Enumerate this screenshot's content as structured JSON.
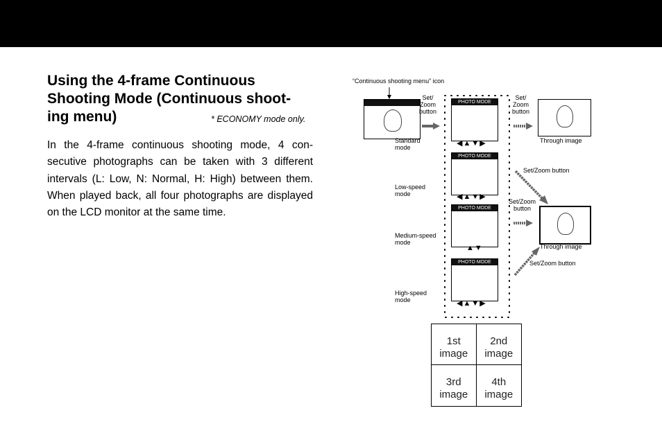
{
  "title_lines": [
    "Using the 4-frame Continuous",
    "Shooting Mode (Continuous shoot-",
    "ing menu)"
  ],
  "economy_note": "* ECONOMY mode only.",
  "body_text": "In the 4-frame continuous shooting mode, 4 con-secutive photographs can be taken with 3 different intervals (L: Low, N: Normal, H: High) between them. When played back, all four photographs are displayed on the LCD monitor at the same time.",
  "diagram": {
    "menu_icon_label": "“Continuous shooting menu” icon",
    "set_zoom_button_1": [
      "Set/",
      "Zoom",
      "button"
    ],
    "set_zoom_button_2": [
      "Set/",
      "Zoom",
      "button"
    ],
    "photo_mode": "PHOTO MODE",
    "standard_mode": [
      "Standard",
      "mode"
    ],
    "low_speed_mode": [
      "Low-speed",
      "mode"
    ],
    "medium_speed_mode": [
      "Medium-speed",
      "mode"
    ],
    "high_speed_mode": [
      "High-speed",
      "mode"
    ],
    "through_image_1": "Through image",
    "through_image_2": "Through image",
    "set_zoom_button_diag_top": "Set/Zoom button",
    "set_zoom_button_mid": [
      "Set/Zoom",
      "button"
    ],
    "set_zoom_button_diag_bottom": "Set/Zoom button",
    "nav_buttons": "◀▲▼▶",
    "up_down_buttons": "▲▼",
    "grid_cells": [
      [
        "1st",
        "image"
      ],
      [
        "2nd",
        "image"
      ],
      [
        "3rd",
        "image"
      ],
      [
        "4th",
        "image"
      ]
    ]
  }
}
